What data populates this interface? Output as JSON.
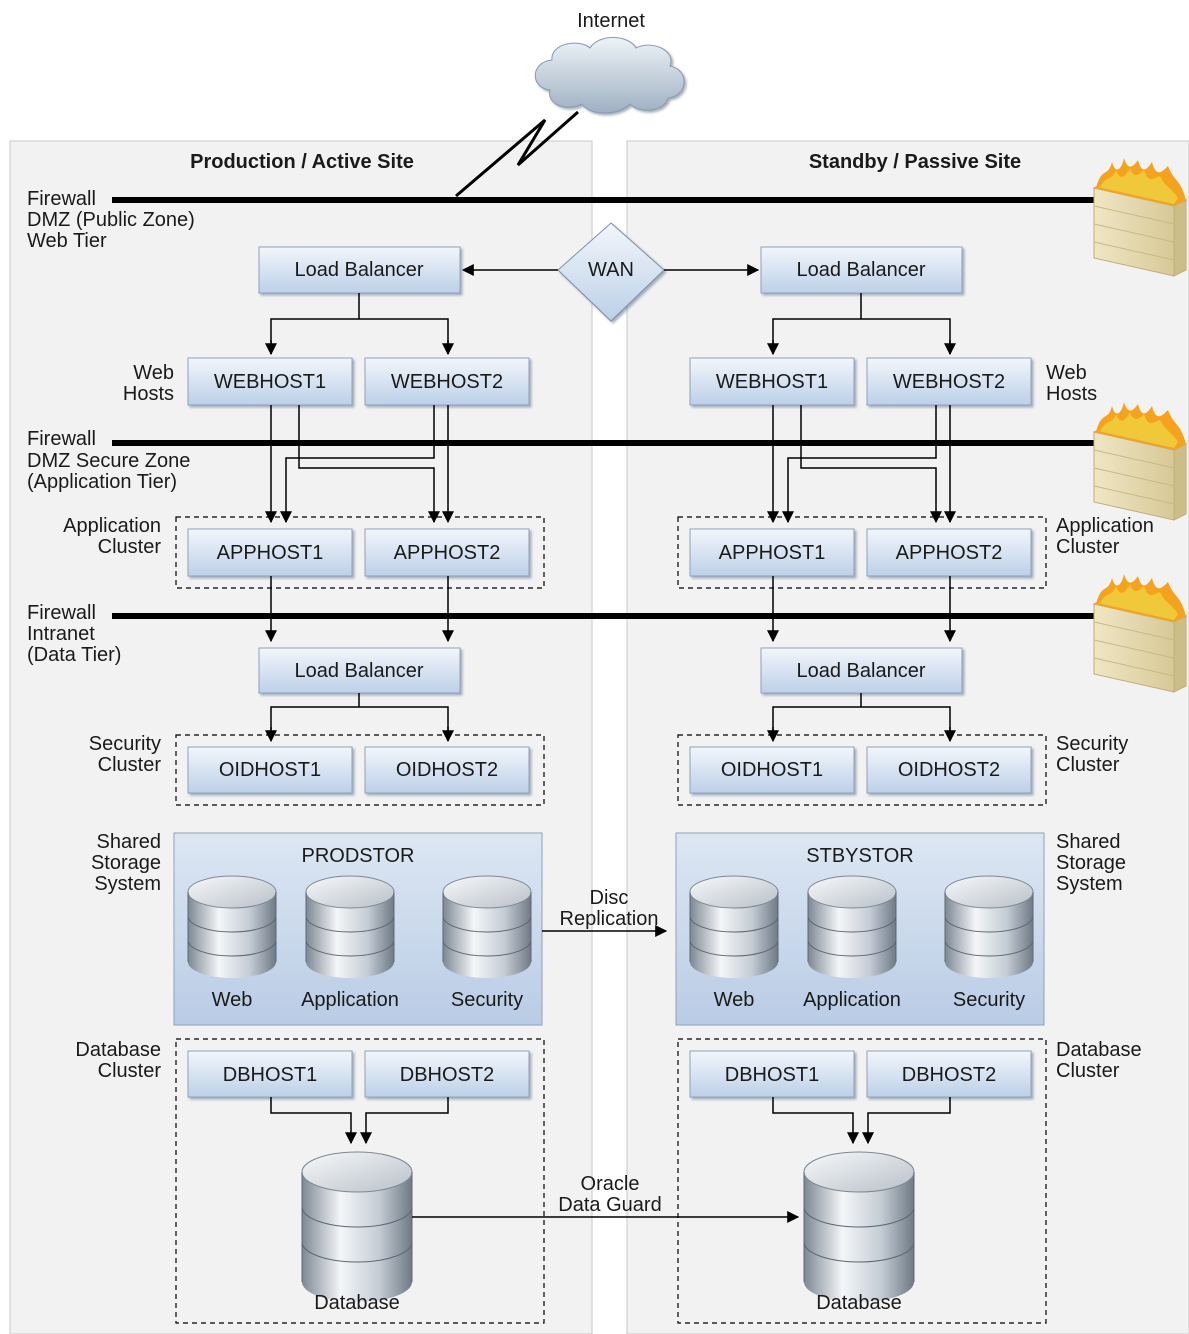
{
  "internet": {
    "label": "Internet"
  },
  "wan": {
    "label": "WAN"
  },
  "production": {
    "title": "Production / Active Site",
    "firewalls": {
      "web": {
        "line1": "Firewall",
        "line2": "DMZ (Public Zone)",
        "line3": "Web Tier"
      },
      "app": {
        "line1": "Firewall",
        "line2": "DMZ Secure Zone",
        "line3": "(Application Tier)"
      },
      "data": {
        "line1": "Firewall",
        "line2": "Intranet",
        "line3": "(Data Tier)"
      }
    },
    "web_hosts_label": {
      "line1": "Web",
      "line2": "Hosts"
    },
    "app_cluster_label": {
      "line1": "Application",
      "line2": "Cluster"
    },
    "security_cluster_label": {
      "line1": "Security",
      "line2": "Cluster"
    },
    "storage_label": {
      "line1": "Shared",
      "line2": "Storage",
      "line3": "System"
    },
    "db_cluster_label": {
      "line1": "Database",
      "line2": "Cluster"
    },
    "load_balancer_top": "Load Balancer",
    "load_balancer_bottom": "Load Balancer",
    "webhost1": "WEBHOST1",
    "webhost2": "WEBHOST2",
    "apphost1": "APPHOST1",
    "apphost2": "APPHOST2",
    "oidhost1": "OIDHOST1",
    "oidhost2": "OIDHOST2",
    "storage": {
      "name": "PRODSTOR",
      "disk1": "Web",
      "disk2": "Application",
      "disk3": "Security"
    },
    "dbhost1": "DBHOST1",
    "dbhost2": "DBHOST2",
    "database": "Database"
  },
  "standby": {
    "title": "Standby / Passive Site",
    "web_hosts_label": {
      "line1": "Web",
      "line2": "Hosts"
    },
    "app_cluster_label": {
      "line1": "Application",
      "line2": "Cluster"
    },
    "security_cluster_label": {
      "line1": "Security",
      "line2": "Cluster"
    },
    "storage_label": {
      "line1": "Shared",
      "line2": "Storage",
      "line3": "System"
    },
    "db_cluster_label": {
      "line1": "Database",
      "line2": "Cluster"
    },
    "load_balancer_top": "Load Balancer",
    "load_balancer_bottom": "Load Balancer",
    "webhost1": "WEBHOST1",
    "webhost2": "WEBHOST2",
    "apphost1": "APPHOST1",
    "apphost2": "APPHOST2",
    "oidhost1": "OIDHOST1",
    "oidhost2": "OIDHOST2",
    "storage": {
      "name": "STBYSTOR",
      "disk1": "Web",
      "disk2": "Application",
      "disk3": "Security"
    },
    "dbhost1": "DBHOST1",
    "dbhost2": "DBHOST2",
    "database": "Database"
  },
  "links": {
    "disc_replication": {
      "line1": "Disc",
      "line2": "Replication"
    },
    "data_guard": {
      "line1": "Oracle",
      "line2": "Data Guard"
    }
  },
  "colors": {
    "box_fill_top": "#eef3fa",
    "box_fill_bottom": "#c3d3e8",
    "storage_fill": "#c9d7ea",
    "site_panel": "#f2f2f2",
    "firewall_line": "#000000"
  }
}
